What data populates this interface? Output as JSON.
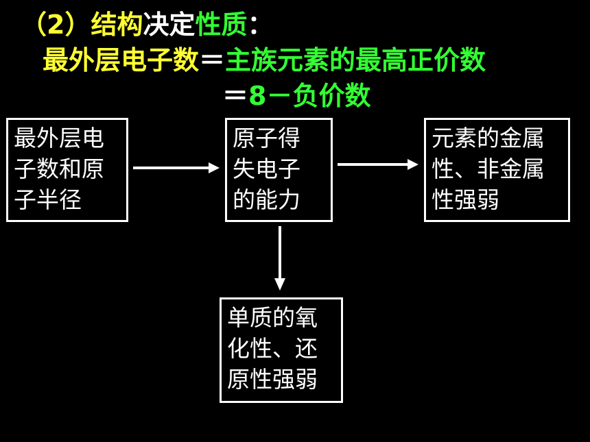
{
  "title": {
    "part_num": "（2）",
    "part_a": "结构",
    "part_b": "决定",
    "part_c": "性质",
    "part_d": "："
  },
  "equation1": {
    "lhs": "最外层电子数",
    "eq": "＝",
    "rhs": "主族元素的最高正价数"
  },
  "equation2": {
    "eq": "＝",
    "rhs": "8－负价数"
  },
  "boxes": {
    "structure": [
      "最外层电",
      "子数和原",
      "子半径"
    ],
    "ability": [
      "原子得",
      "失电子",
      "的能力"
    ],
    "metallic": [
      "元素的金属",
      "性、非金属",
      "性强弱"
    ],
    "redox": [
      "单质的氧",
      "化性、还",
      "原性强弱"
    ]
  },
  "colors": {
    "highlight_yellow": "#ffff33",
    "highlight_green": "#33ff33",
    "text_white": "#ffffff",
    "background": "#000000"
  }
}
